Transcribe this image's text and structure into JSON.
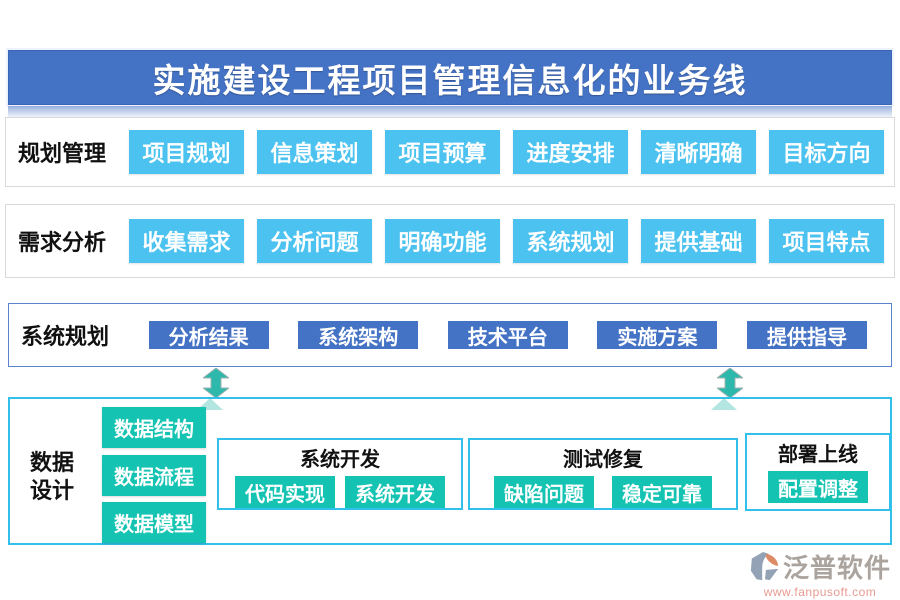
{
  "title": "实施建设工程项目管理信息化的业务线",
  "colors": {
    "title_blue": "#4472C4",
    "sky_blue": "#4BC2EF",
    "royal_blue": "#4472C4",
    "teal": "#14C3B2",
    "cyan_border": "#30C0EA",
    "arrow_teal": "#2CB9AC",
    "brand_gray": "#ABA49E",
    "brand_salmon": "#E89A90"
  },
  "icons": {
    "connector": "up-down-arrow-icon",
    "brand": "fanpu-logo-icon"
  },
  "rows": [
    {
      "label": "规划管理",
      "items": [
        "项目规划",
        "信息策划",
        "项目预算",
        "进度安排",
        "清晰明确",
        "目标方向"
      ]
    },
    {
      "label": "需求分析",
      "items": [
        "收集需求",
        "分析问题",
        "明确功能",
        "系统规划",
        "提供基础",
        "项目特点"
      ]
    },
    {
      "label": "系统规划",
      "items": [
        "分析结果",
        "系统架构",
        "技术平台",
        "实施方案",
        "提供指导"
      ]
    }
  ],
  "data_design": {
    "label": "数据设计",
    "stack": [
      "数据结构",
      "数据流程",
      "数据模型"
    ],
    "groups": [
      {
        "title": "系统开发",
        "items": [
          "代码实现",
          "系统开发"
        ]
      },
      {
        "title": "测试修复",
        "items": [
          "缺陷问题",
          "稳定可靠"
        ]
      },
      {
        "title": "部署上线",
        "items": [
          "配置调整"
        ]
      }
    ]
  },
  "footer": {
    "brand": "泛普软件",
    "url": "www.fanpusoft.com"
  }
}
